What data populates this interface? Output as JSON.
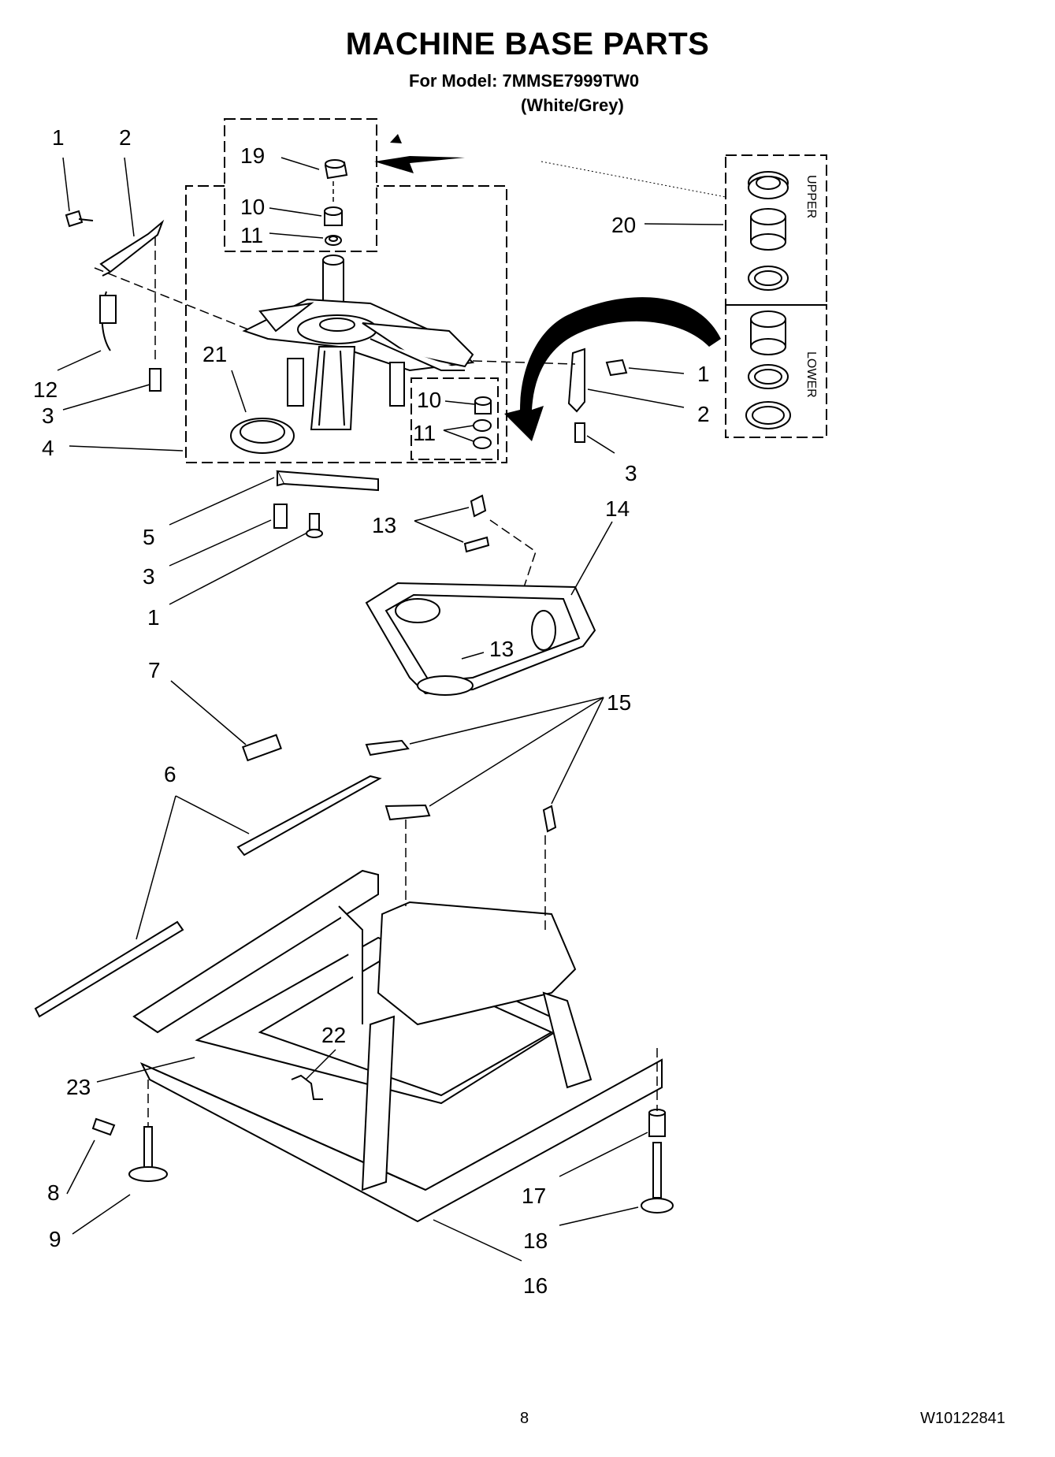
{
  "header": {
    "title": "MACHINE BASE PARTS",
    "model_line": "For Model: 7MMSE7999TW0",
    "color_line": "(White/Grey)"
  },
  "callouts": {
    "c1a": "1",
    "c2a": "2",
    "c12": "12",
    "c3a": "3",
    "c4": "4",
    "c19": "19",
    "c10a": "10",
    "c11a": "11",
    "c21": "21",
    "c10b": "10",
    "c11b": "11",
    "c20": "20",
    "c1b": "1",
    "c2b": "2",
    "c3b": "3",
    "c5": "5",
    "c3c": "3",
    "c1c": "1",
    "c13a": "13",
    "c13b": "13",
    "c14": "14",
    "c7": "7",
    "c15": "15",
    "c6": "6",
    "c22": "22",
    "c23": "23",
    "c8": "8",
    "c9": "9",
    "c17": "17",
    "c18": "18",
    "c16": "16"
  },
  "side_labels": {
    "upper": "UPPER",
    "lower": "LOWER"
  },
  "footer": {
    "page_number": "8",
    "doc_number": "W10122841"
  }
}
